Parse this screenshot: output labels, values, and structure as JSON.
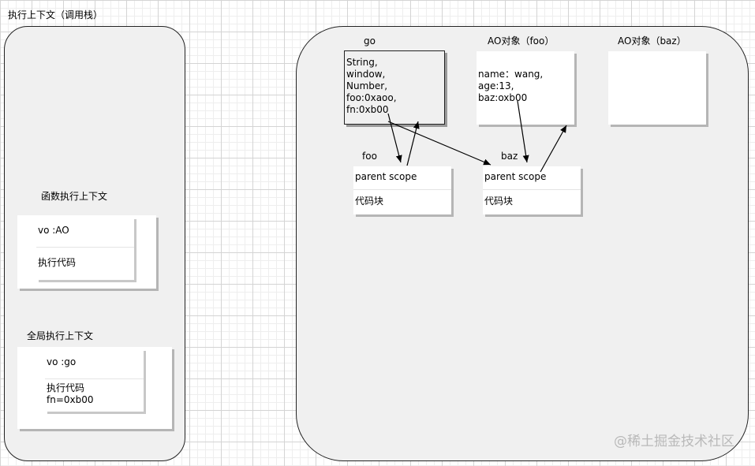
{
  "diagram": {
    "stack_title": "执行上下文（调用栈）",
    "function_context": {
      "label": "函数执行上下文",
      "vo": "vo :AO",
      "code": "执行代码"
    },
    "global_context": {
      "label": "全局执行上下文",
      "vo": "vo :go",
      "code": "执行代码\nfn=0xb00"
    },
    "go": {
      "label": "go",
      "content": "String,\nwindow,\nNumber,\nfoo:0xaoo,\nfn:0xb00"
    },
    "ao_foo": {
      "label": "AO对象（foo）",
      "content": "name：wang,\nage:13,\nbaz:oxb00"
    },
    "ao_baz": {
      "label": "AO对象（baz）"
    },
    "foo": {
      "label": "foo",
      "scope": "parent scope",
      "code": "代码块"
    },
    "baz": {
      "label": "baz",
      "scope": "parent scope",
      "code": "代码块"
    },
    "watermark": "@稀土掘金技术社区"
  }
}
